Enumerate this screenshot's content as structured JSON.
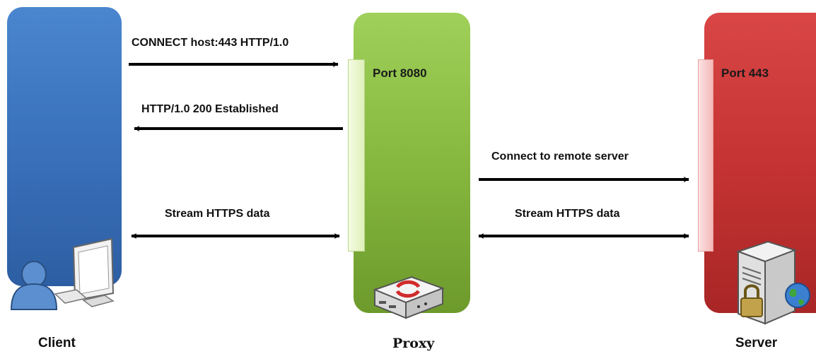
{
  "nodes": {
    "client": {
      "label": "Client",
      "color": "#3b73bd",
      "icon": "user-computer-icon"
    },
    "proxy": {
      "label": "Proxy",
      "port_label": "Port 8080",
      "color": "#86b83f",
      "icon": "proxy-appliance-icon"
    },
    "server": {
      "label": "Server",
      "port_label": "Port 443",
      "color": "#c53333",
      "icon": "server-tower-lock-globe-icon"
    }
  },
  "messages": {
    "connect": "CONNECT host:443 HTTP/1.0",
    "established": "HTTP/1.0 200 Established",
    "stream_client_proxy": "Stream HTTPS data",
    "connect_remote": "Connect to remote server",
    "stream_proxy_server": "Stream HTTPS data"
  },
  "arrows": [
    {
      "from": "client",
      "to": "proxy",
      "direction": "right",
      "message": "connect"
    },
    {
      "from": "proxy",
      "to": "client",
      "direction": "left",
      "message": "established"
    },
    {
      "from": "client",
      "to": "proxy",
      "direction": "both",
      "message": "stream_client_proxy"
    },
    {
      "from": "proxy",
      "to": "server",
      "direction": "right",
      "message": "connect_remote"
    },
    {
      "from": "proxy",
      "to": "server",
      "direction": "both",
      "message": "stream_proxy_server"
    }
  ]
}
